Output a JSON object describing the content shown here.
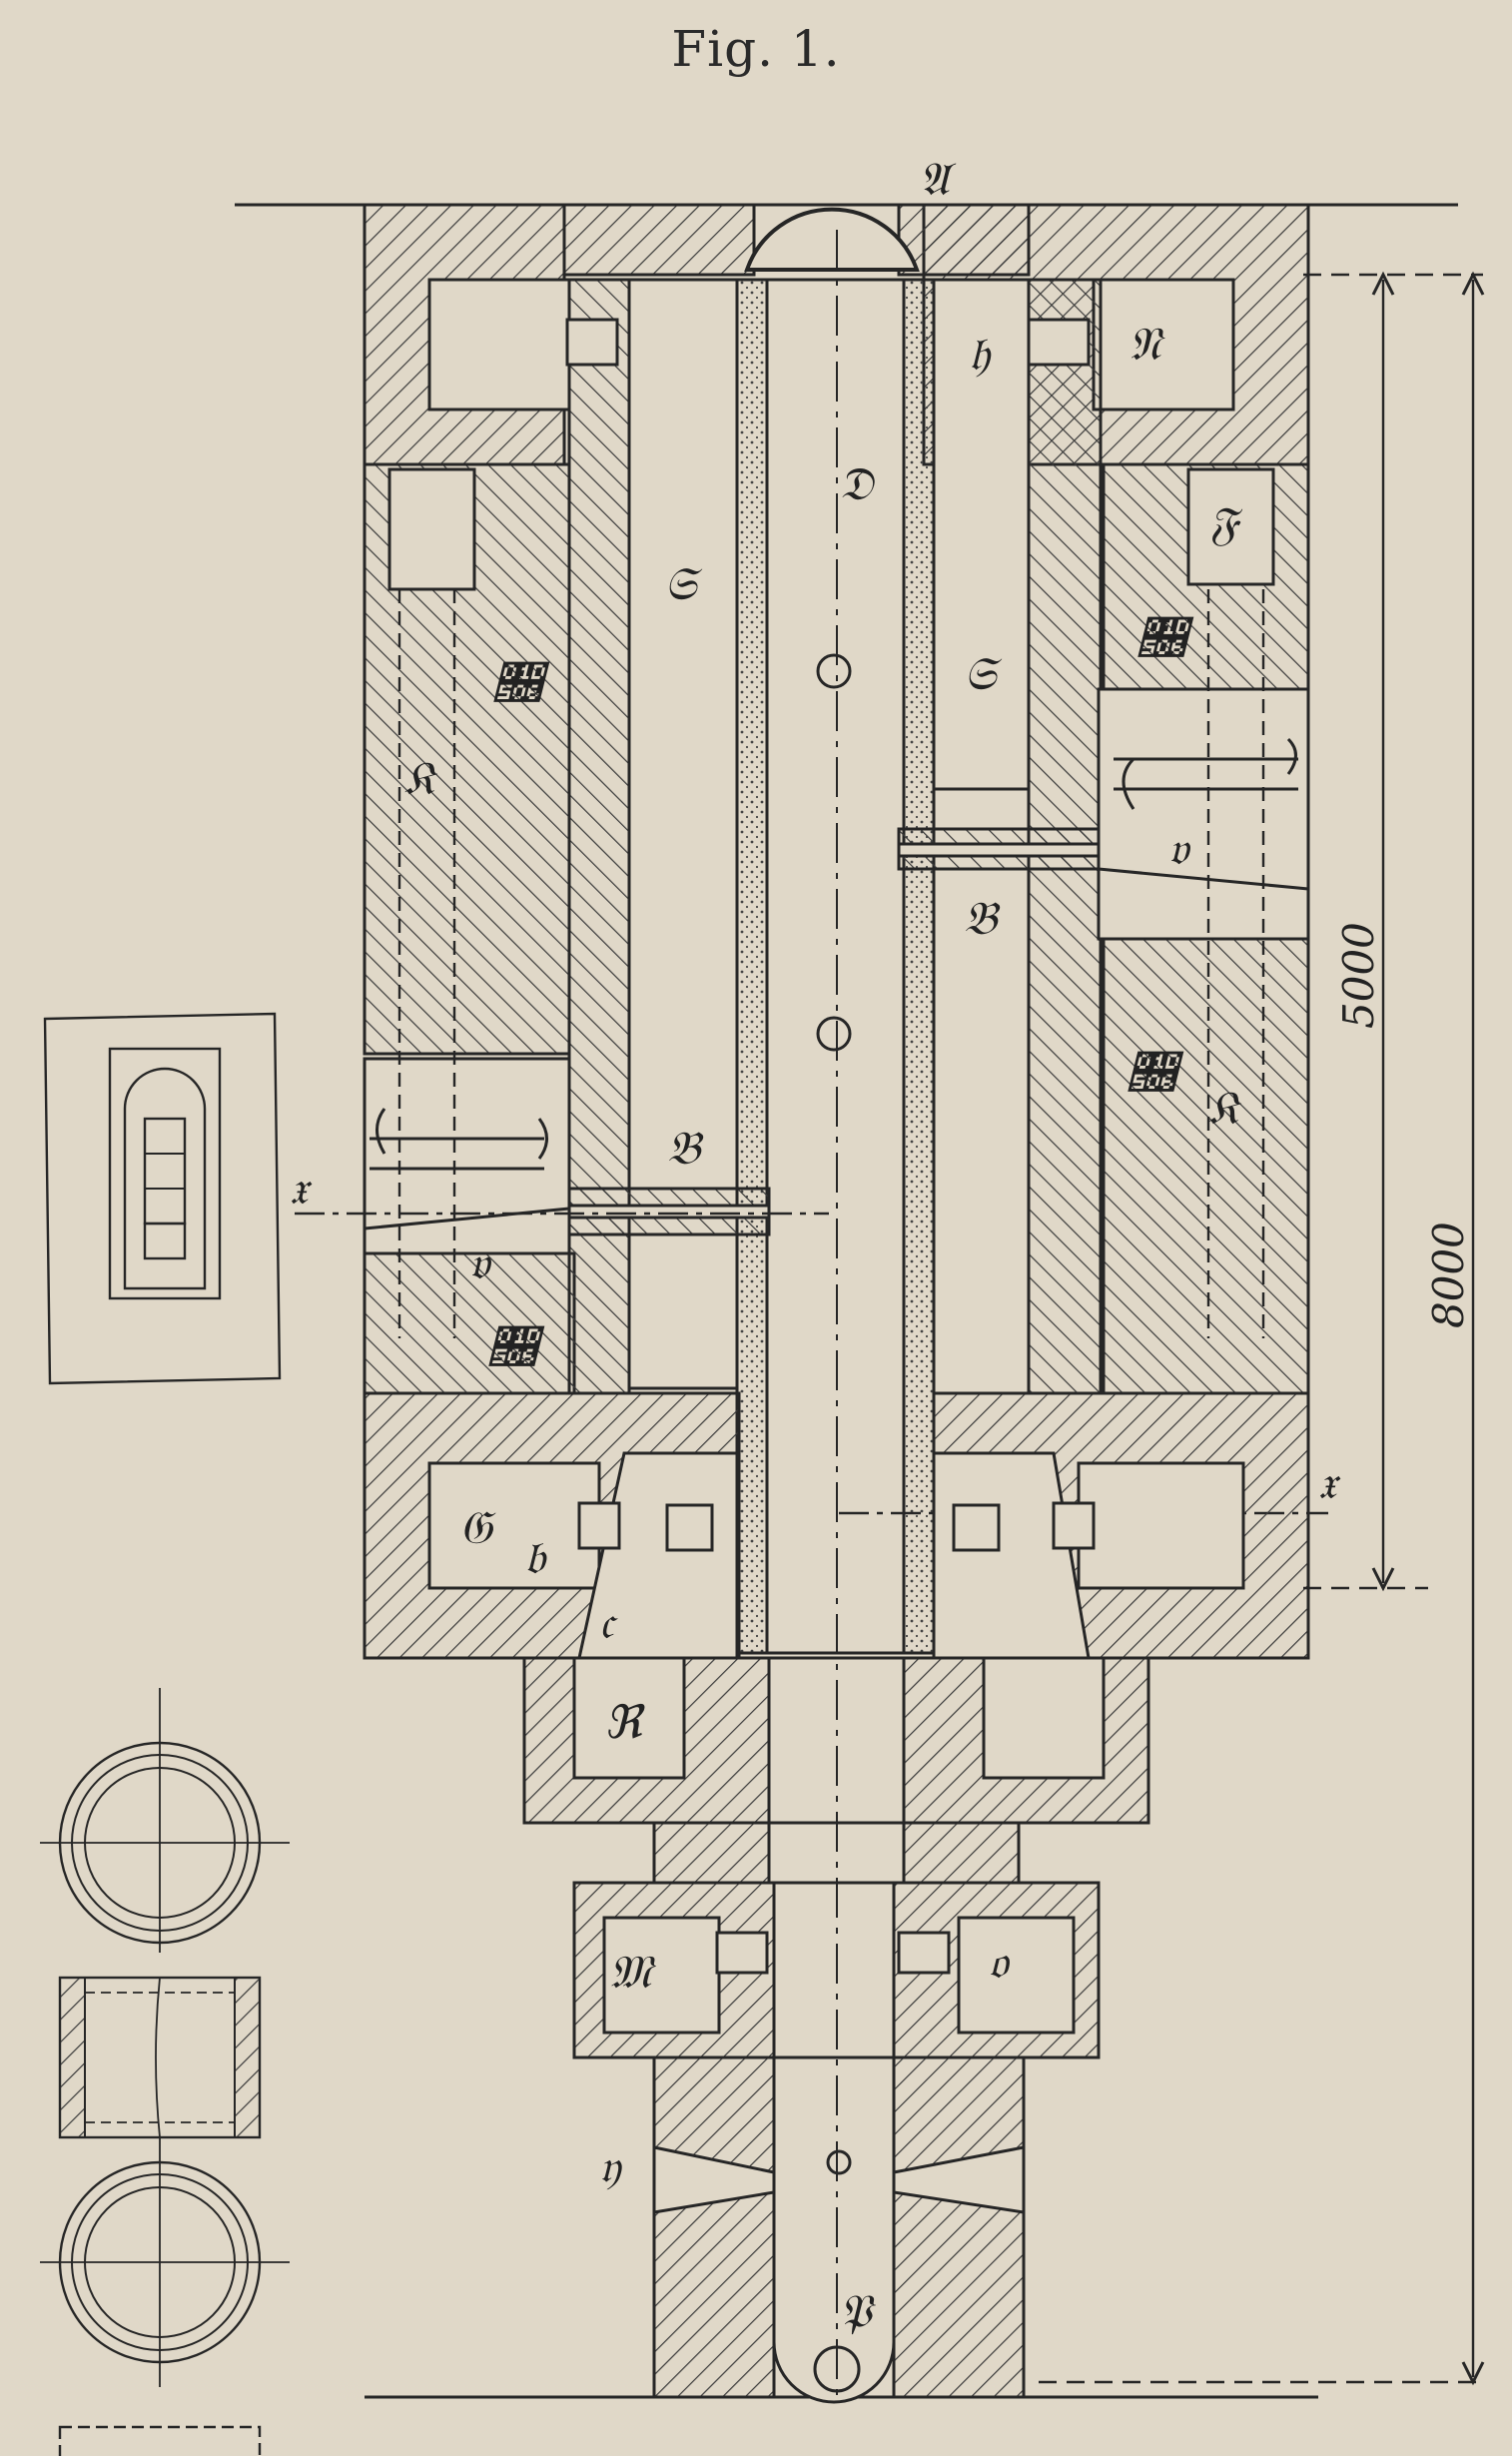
{
  "figure": {
    "title": "Fig. 1.",
    "labels": {
      "A": "𝔄",
      "N": "𝔑",
      "h": "𝔥",
      "D": "𝔇",
      "F": "𝔉",
      "S_left": "𝔖",
      "S_right": "𝔖",
      "C_left_upper": "𝔆",
      "C_right_upper": "𝔆",
      "C_right_lower": "𝔆",
      "C_left_lower": "𝔆",
      "K_left": "𝔎",
      "K_right": "𝔎",
      "v_right": "𝔳",
      "v_left": "𝔳",
      "B_right": "𝔅",
      "B_left": "𝔅",
      "x_left": "𝔵",
      "x_right": "𝔵",
      "G": "𝔊",
      "b": "𝔟",
      "c": "𝔠",
      "R": "ℜ",
      "M": "𝔐",
      "o": "𝔬",
      "y": "𝔶",
      "P": "𝔓"
    },
    "dimensions": {
      "inner": "5000",
      "outer": "8000"
    }
  },
  "colors": {
    "paper": "#e0d8c8",
    "ink": "#262626"
  }
}
